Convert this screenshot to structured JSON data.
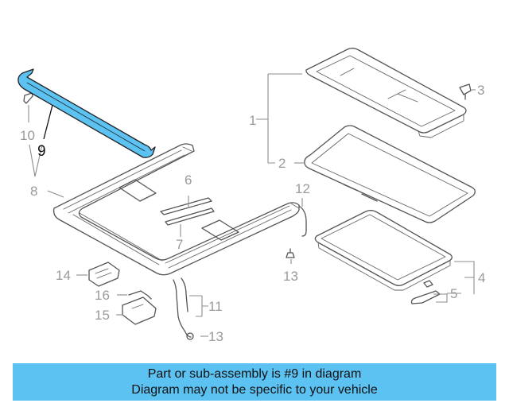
{
  "callouts": {
    "c1": "1",
    "c2": "2",
    "c3": "3",
    "c4": "4",
    "c5": "5",
    "c6": "6",
    "c7": "7",
    "c8": "8",
    "c9": "9",
    "c10": "10",
    "c11": "11",
    "c12": "12",
    "c13a": "13",
    "c13b": "13",
    "c14": "14",
    "c15": "15",
    "c16": "16"
  },
  "highlighted_part": "9",
  "colors": {
    "highlight": "#5bc2f2",
    "banner": "#5bc2f2",
    "line": "#555555",
    "label": "#9a9a9a"
  },
  "banner": {
    "line1": "Part or sub-assembly is #9 in diagram",
    "line2": "Diagram may not be specific to your vehicle"
  }
}
